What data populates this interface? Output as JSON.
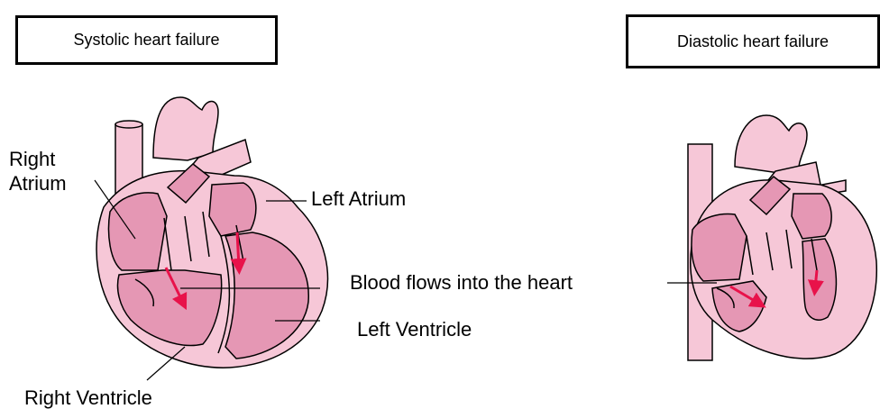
{
  "panels": {
    "left_title": "Systolic heart failure",
    "right_title": "Diastolic heart failure"
  },
  "labels": {
    "right_atrium": "Right\nAtrium",
    "left_atrium": "Left Atrium",
    "blood_flow": "Blood flows into the heart",
    "left_ventricle": "Left Ventricle",
    "right_ventricle": "Right Ventricle"
  },
  "colors": {
    "outer_tissue": "#f6c7d7",
    "inner_chamber": "#e597b4",
    "outline": "#000000",
    "arrow": "#e8124a"
  }
}
